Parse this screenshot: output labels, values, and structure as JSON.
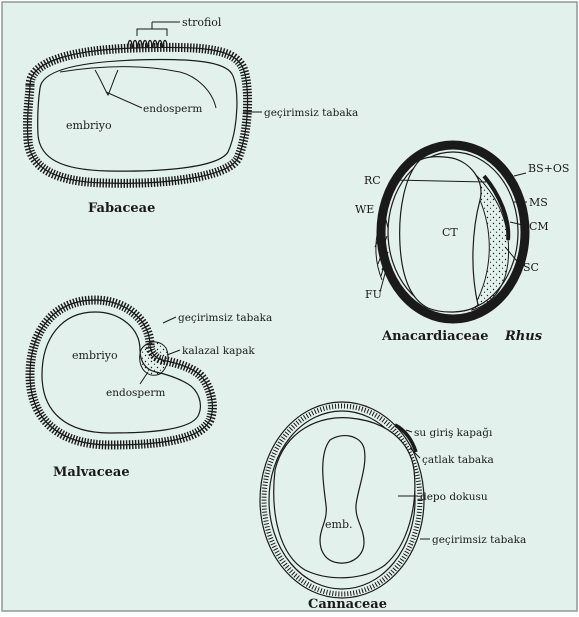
{
  "colors": {
    "background": "#e3f1ec",
    "ink": "#1a1a1a",
    "panel_border": "#8a9a95"
  },
  "fabaceae": {
    "title": "Fabaceae",
    "strofiol": "strofiol",
    "endosperm": "endosperm",
    "embriyo": "embriyo",
    "coat": "geçirimsiz tabaka"
  },
  "anacardiaceae": {
    "title": "Anacardiaceae",
    "genus": "Rhus",
    "rc": "RC",
    "we": "WE",
    "ct": "CT",
    "fu": "FU",
    "bs_os": "BS+OS",
    "ms": "MS",
    "cm": "CM",
    "sc": "SC"
  },
  "malvaceae": {
    "title": "Malvaceae",
    "coat": "geçirimsiz tabaka",
    "embriyo": "embriyo",
    "kalazal": "kalazal kapak",
    "endosperm": "endosperm"
  },
  "cannaceae": {
    "title": "Cannaceae",
    "su_giris": "su giriş kapağı",
    "catlak": "çatlak tabaka",
    "depo": "depo dokusu",
    "emb": "emb.",
    "coat": "geçirimsiz tabaka"
  }
}
